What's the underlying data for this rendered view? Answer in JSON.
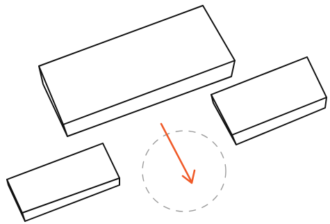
{
  "colors": {
    "background": "#ffffff",
    "outline": "#111111",
    "arrow": "#f05a28",
    "dash_circle": "#9a9a9a"
  },
  "shapes": [
    {
      "name": "large-block",
      "kind": "rectangular-box"
    },
    {
      "name": "right-block",
      "kind": "rectangular-box"
    },
    {
      "name": "lower-left-block",
      "kind": "rectangular-box"
    }
  ],
  "indicator": {
    "kind": "dashed-circle-with-arrow",
    "arrow_icon": "arrow-down-right-icon"
  }
}
